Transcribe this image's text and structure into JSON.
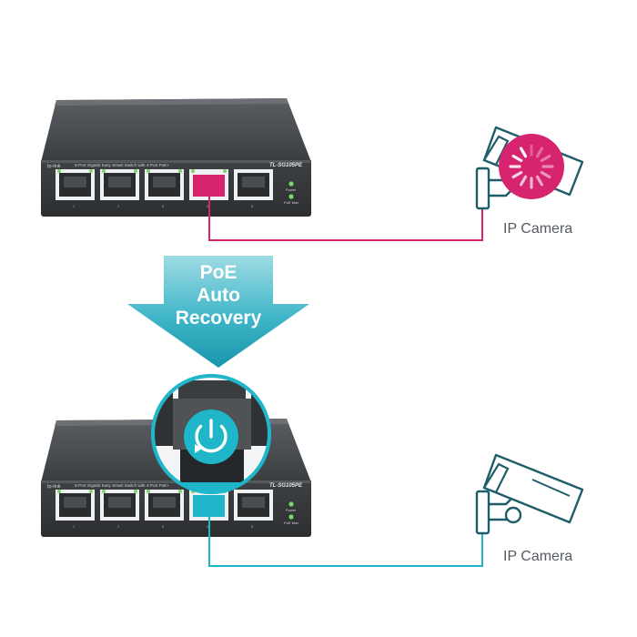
{
  "switch_top": {
    "brand": "tp-link",
    "description": "5-Port Gigabit Easy Smart Switch with 4-Port PoE+",
    "model": "TL-SG105PE",
    "led_power": "Power",
    "led_poe_max": "PoE Max",
    "port_numbers": [
      "1",
      "2",
      "3",
      "4",
      "5"
    ]
  },
  "switch_bottom": {
    "brand": "tp-link",
    "description": "5-Port Gigabit Easy Smart Switch with 4-Port PoE+",
    "model": "TL-SG105PE",
    "led_power": "Power",
    "led_poe_max": "PoE Max",
    "port_numbers": [
      "1",
      "2",
      "3",
      "4",
      "5"
    ]
  },
  "recovery_arrow": {
    "line1": "PoE",
    "line2": "Auto",
    "line3": "Recovery"
  },
  "camera_top": {
    "label": "IP Camera",
    "state": "rebooting"
  },
  "camera_bottom": {
    "label": "IP Camera",
    "state": "recovered"
  },
  "colors": {
    "faulty": "#d6246e",
    "recovered": "#1fb6c9",
    "switch_body": "#3c3f42",
    "camera_outline": "#1e5d6a"
  },
  "icons": {
    "loading": "spinner-icon",
    "recovery": "power-recovery-icon",
    "camera": "security-camera-icon"
  }
}
